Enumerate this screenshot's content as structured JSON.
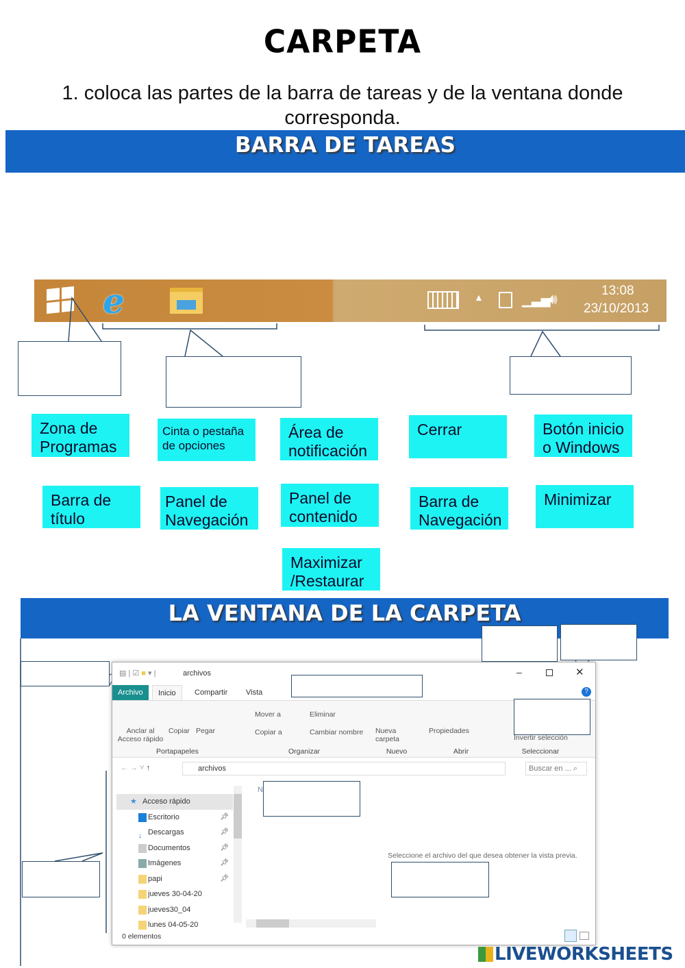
{
  "title": "CARPETA",
  "instruction": "1. coloca las partes de la barra de tareas y de la ventana donde corresponda.",
  "section1": "BARRA DE TAREAS",
  "section2": "LA VENTANA DE LA CARPETA",
  "taskbar": {
    "time": "13:08",
    "date": "23/10/2013",
    "icons": [
      "windows-start-icon",
      "internet-explorer-icon",
      "file-explorer-icon",
      "keyboard-icon",
      "chevron-up-icon",
      "battery-icon",
      "signal-icon",
      "volume-icon"
    ]
  },
  "labels": [
    "Zona de Programas",
    "Cinta o pestaña de opciones",
    "Área de notificación",
    "Cerrar",
    "Botón inicio o Windows",
    "Barra de título",
    "Panel de Navegación",
    "Panel de contenido",
    "Barra de Navegación",
    "Minimizar",
    "Maximizar /Restaurar"
  ],
  "window": {
    "title": "archivos",
    "tabs": [
      "Archivo",
      "Inicio",
      "Compartir",
      "Vista"
    ],
    "ribbon": {
      "portapapeles": {
        "label": "Portapapeles",
        "items": [
          "Anclar al Acceso rápido",
          "Copiar",
          "Pegar"
        ]
      },
      "organizar": {
        "label": "Organizar",
        "items": [
          "Mover a",
          "Copiar a",
          "Eliminar",
          "Cambiar nombre"
        ]
      },
      "nuevo": {
        "label": "Nuevo",
        "items": [
          "Nueva carpeta"
        ]
      },
      "abrir": {
        "label": "Abrir",
        "items": [
          "Propiedades"
        ]
      },
      "seleccionar": {
        "label": "Seleccionar",
        "items": [
          "Invertir selección"
        ]
      }
    },
    "address": "archivos",
    "search_placeholder": "Buscar en ...",
    "nav_items": [
      "Acceso rápido",
      "Escritorio",
      "Descargas",
      "Documentos",
      "Imágenes",
      "papi",
      "jueves 30-04-20",
      "jueves30_04",
      "lunes 04-05-20"
    ],
    "column_header": "N",
    "preview_text": "Seleccione el archivo del que desea obtener la vista previa.",
    "status": "0 elementos"
  },
  "brand": "LIVEWORKSHEETS",
  "colors": {
    "banner": "#1565c4",
    "label": "#1ef3f3",
    "archivo_tab": "#1a8f8f"
  }
}
